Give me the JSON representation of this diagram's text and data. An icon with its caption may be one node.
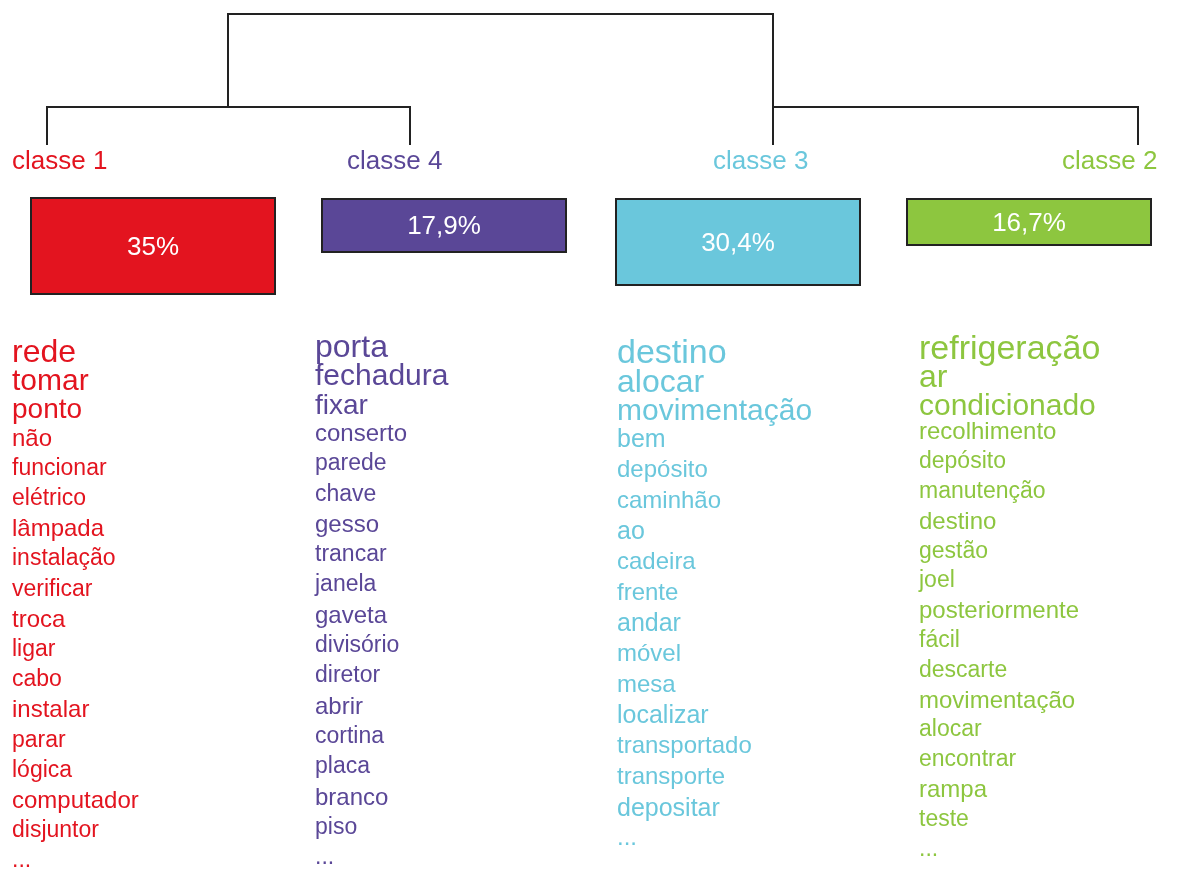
{
  "diagram": {
    "nodes": [
      {
        "text": [
          "classe 1",
          "35%"
        ],
        "beside": [
          "rede",
          "tomar",
          "ponto",
          "não",
          "funcionar",
          "elétrico",
          "lâmpada",
          "instalação",
          "verificar",
          "troca",
          "ligar",
          "cabo",
          "instalar",
          "parar",
          "lógica",
          "computador",
          "disjuntor",
          "..."
        ]
      },
      {
        "text": [
          "classe 4",
          "17,9%"
        ],
        "beside": [
          "porta",
          "fechadura",
          "fixar",
          "conserto",
          "parede",
          "chave",
          "gesso",
          "trancar",
          "janela",
          "gaveta",
          "divisório",
          "diretor",
          "abrir",
          "cortina",
          "placa",
          "branco",
          "piso",
          "..."
        ]
      },
      {
        "text": [
          "classe 3",
          "30,4%"
        ],
        "beside": [
          "destino",
          "alocar",
          "movimentação",
          "bem",
          "depósito",
          "caminhão",
          "ao",
          "cadeira",
          "frente",
          "andar",
          "móvel",
          "mesa",
          "localizar",
          "transportado",
          "transporte",
          "depositar",
          "..."
        ]
      },
      {
        "text": [
          "classe 2",
          "16,7%"
        ],
        "beside": [
          "refrigeração",
          "ar",
          "condicionado",
          "recolhimento",
          "depósito",
          "manutenção",
          "destino",
          "gestão",
          "joel",
          "posteriormente",
          "fácil",
          "descarte",
          "movimentação",
          "alocar",
          "encontrar",
          "rampa",
          "teste",
          "..."
        ]
      }
    ],
    "edges": [
      {
        "from": 0,
        "to": 1,
        "arrow": "none"
      },
      {
        "from": 2,
        "to": 3,
        "arrow": "none"
      }
    ]
  }
}
